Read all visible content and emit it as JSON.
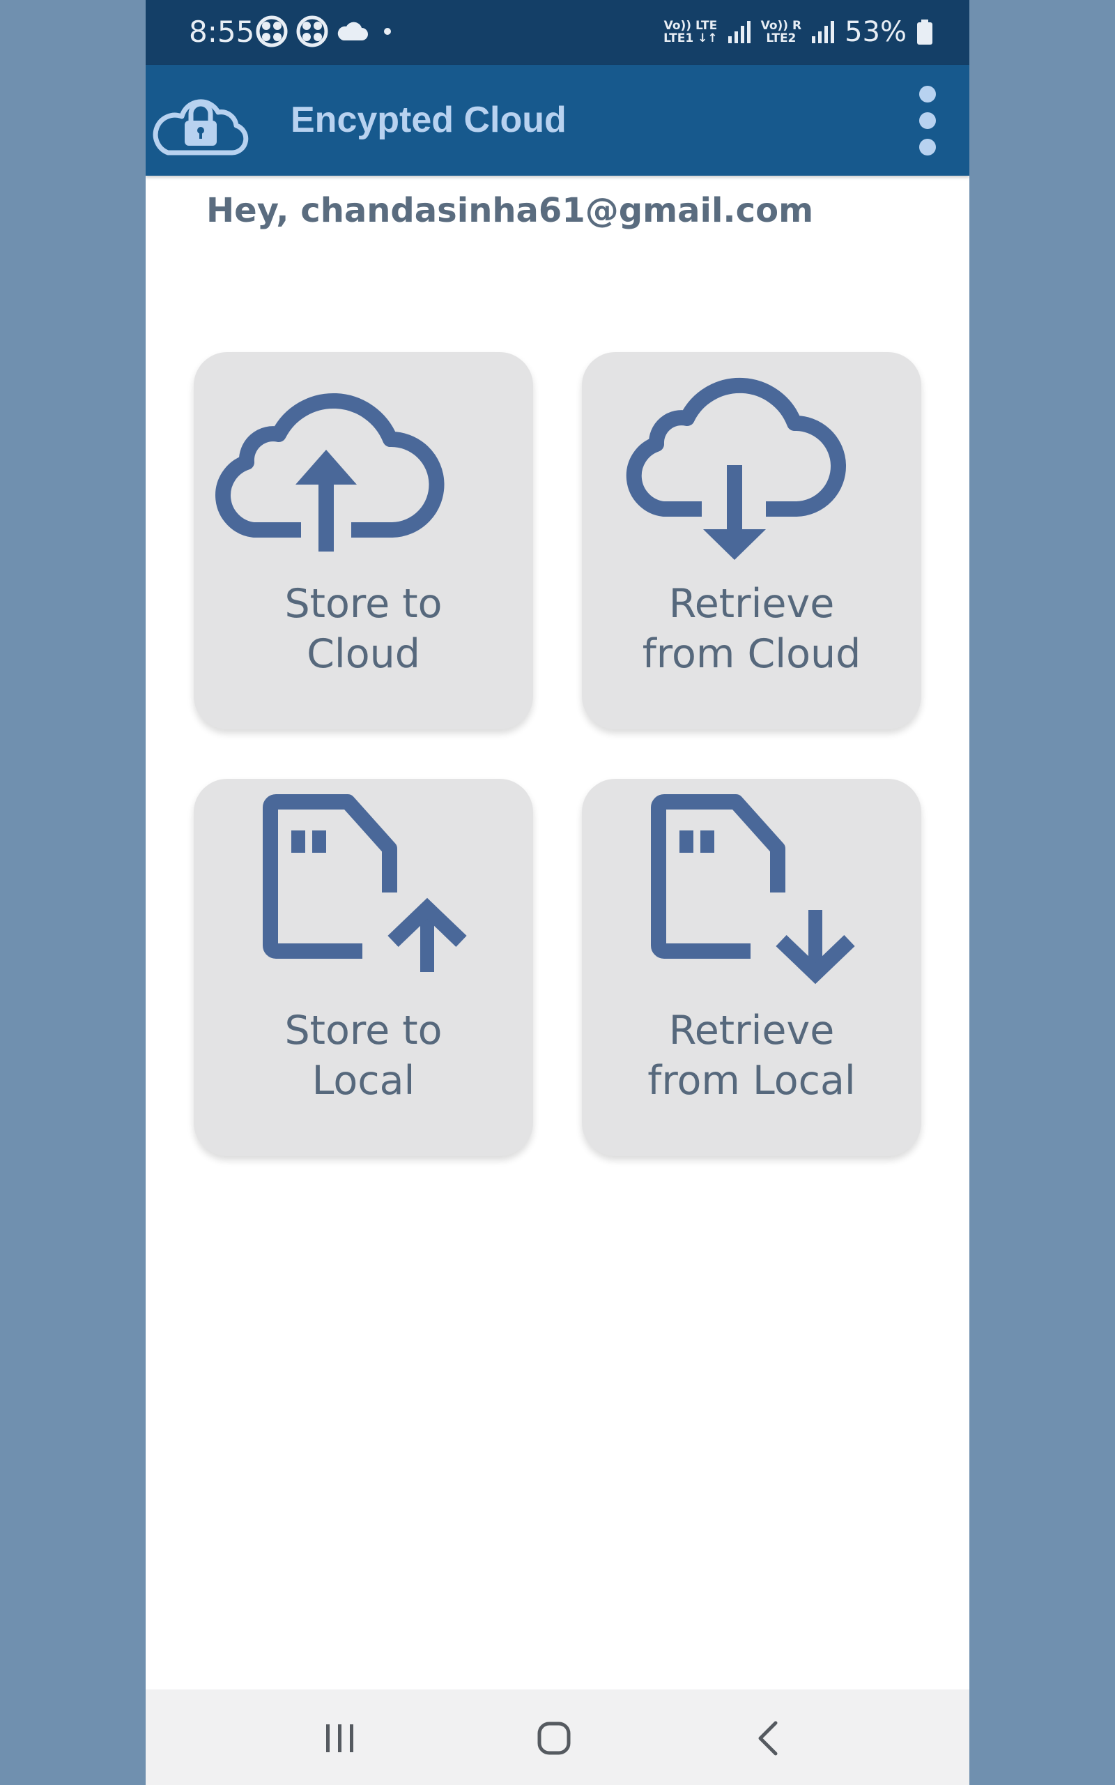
{
  "status_bar": {
    "time": "8:55",
    "net1_top": "Vo)) LTE",
    "net1_bottom": "LTE1 ↓↑",
    "net2_top": "Vo)) R",
    "net2_bottom": "LTE2",
    "battery": "53%",
    "icons": [
      "pinwheel-icon",
      "pinwheel-icon",
      "cloud-icon",
      "dot-icon",
      "signal-icon",
      "signal-icon",
      "battery-icon"
    ]
  },
  "app_bar": {
    "title": "Encypted Cloud",
    "logo_icon": "cloud-lock-icon",
    "menu_icon": "more-vert-icon"
  },
  "greeting": "Hey, chandasinha61@gmail.com",
  "tiles": [
    {
      "line1": "Store to",
      "line2": "Cloud",
      "icon": "cloud-upload-icon"
    },
    {
      "line1": "Retrieve",
      "line2": "from Cloud",
      "icon": "cloud-download-icon"
    },
    {
      "line1": "Store to",
      "line2": "Local",
      "icon": "sd-card-upload-icon"
    },
    {
      "line1": "Retrieve",
      "line2": "from Local",
      "icon": "sd-card-download-icon"
    }
  ],
  "colors": {
    "status_bar": "#143f67",
    "app_bar": "#17598d",
    "accent_light": "#b8d2f0",
    "icon": "#4a6899",
    "tile_bg": "#e3e3e4",
    "text": "#56687c",
    "page_bg": "#7090af"
  },
  "nav_bar": {
    "icons": [
      "recent-apps-icon",
      "home-icon",
      "back-icon"
    ]
  }
}
